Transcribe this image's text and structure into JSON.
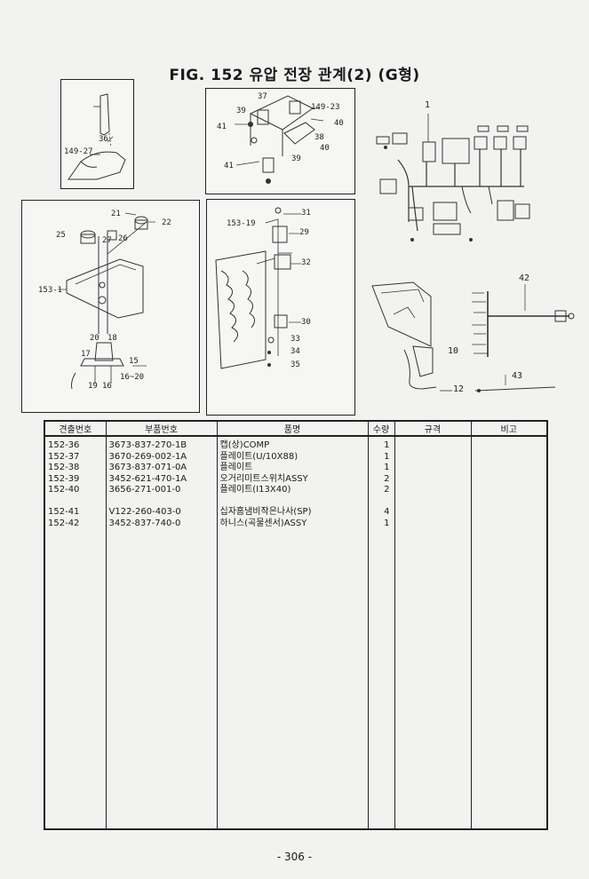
{
  "figure_title": "FIG. 152 유압 전장 관계(2) (G형)",
  "callouts": {
    "p1": [
      "36",
      "149-27"
    ],
    "p2": [
      "37",
      "39",
      "149-23",
      "40",
      "41",
      "38",
      "40",
      "41",
      "39"
    ],
    "p3": [
      "21",
      "22",
      "25",
      "27",
      "26",
      "153-1",
      "20",
      "18",
      "17",
      "15",
      "19",
      "16",
      "16~20"
    ],
    "p4": [
      "153-19",
      "31",
      "29",
      "32",
      "30",
      "33",
      "34",
      "35"
    ],
    "wiring": [
      "1"
    ],
    "harness": [
      "42",
      "10",
      "12",
      "43"
    ]
  },
  "table": {
    "headers": [
      "견출번호",
      "부품번호",
      "품명",
      "수량",
      "규격",
      "비고"
    ],
    "rows": [
      {
        "ref": "152-36",
        "part": "3673-837-270-1B",
        "name": "캡(상)COMP",
        "qty": "1",
        "spec": "",
        "note": ""
      },
      {
        "ref": "152-37",
        "part": "3670-269-002-1A",
        "name": "플레이트(U/10X88)",
        "qty": "1",
        "spec": "",
        "note": ""
      },
      {
        "ref": "152-38",
        "part": "3673-837-071-0A",
        "name": "플레이트",
        "qty": "1",
        "spec": "",
        "note": ""
      },
      {
        "ref": "152-39",
        "part": "3452-621-470-1A",
        "name": "오거리미트스위치ASSY",
        "qty": "2",
        "spec": "",
        "note": ""
      },
      {
        "ref": "152-40",
        "part": "3656-271-001-0",
        "name": "플레이트(I13X40)",
        "qty": "2",
        "spec": "",
        "note": ""
      },
      {
        "ref": "",
        "part": "",
        "name": "",
        "qty": "",
        "spec": "",
        "note": ""
      },
      {
        "ref": "152-41",
        "part": "V122-260-403-0",
        "name": "십자홈냄비작은나사(SP)",
        "qty": "4",
        "spec": "",
        "note": ""
      },
      {
        "ref": "152-42",
        "part": "3452-837-740-0",
        "name": "하니스(곡물센서)ASSY",
        "qty": "1",
        "spec": "",
        "note": ""
      }
    ]
  },
  "page_number": "- 306 -"
}
